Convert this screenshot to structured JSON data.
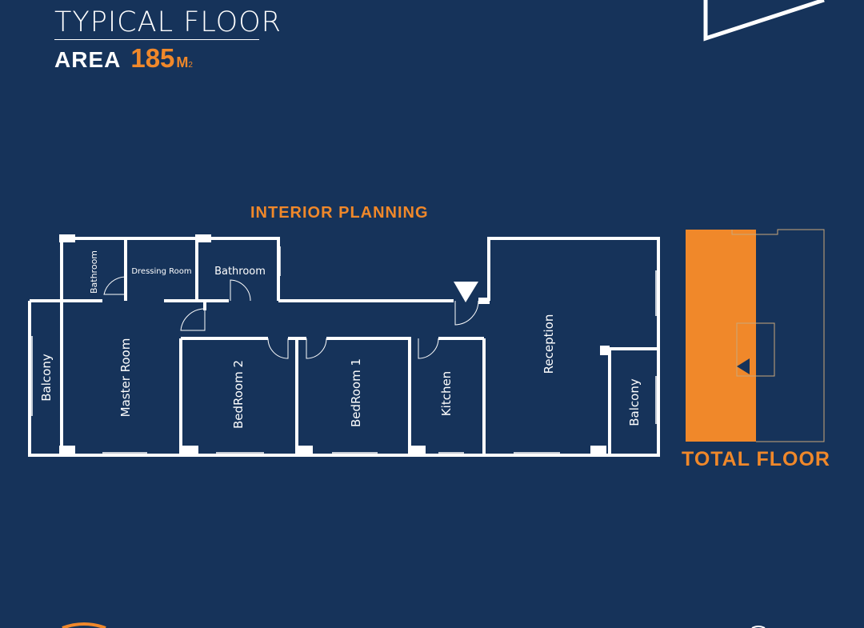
{
  "header": {
    "title": "TYPICAL FLOOR",
    "area_label": "AREA",
    "area_value": "185",
    "area_unit": "M",
    "area_unit_sup": "2"
  },
  "plan": {
    "title": "INTERIOR PLANNING",
    "rooms": {
      "bathroom_left": "Bathroom",
      "dressing_room": "Dressing Room",
      "bathroom_right": "Bathroom",
      "balcony_left": "Balcony",
      "master_room": "Master Room",
      "bedroom_2": "BedRoom 2",
      "bedroom_1": "BedRoom 1",
      "kitchen": "Kitchen",
      "reception": "Reception",
      "balcony_right": "Balcony"
    }
  },
  "total_floor": {
    "title": "TOTAL FLOOR"
  },
  "colors": {
    "background": "#16335a",
    "accent": "#f0882a",
    "wall": "#ffffff"
  }
}
